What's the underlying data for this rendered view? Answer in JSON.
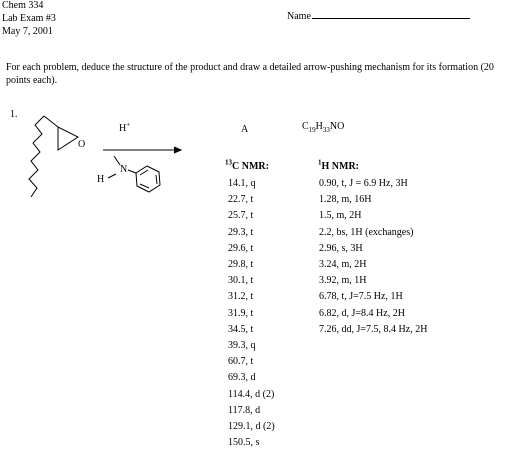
{
  "header": {
    "course": "Chem 334",
    "exam": "Lab Exam #3",
    "date": "May 7, 2001",
    "name_label": "Name"
  },
  "instructions": "For each problem, deduce the structure of the product and draw a detailed arrow-pushing mechanism for its formation (20 points each).",
  "problem": {
    "number": "1.",
    "reagent_label_base": "H",
    "reagent_label_sup": "+",
    "epoxide_atom": "O",
    "amine_n": "N",
    "amine_h": "H",
    "product_label": "A",
    "formula": {
      "c": "C",
      "c_count": "19",
      "h": "H",
      "h_count": "33",
      "rest": "NO"
    }
  },
  "c13": {
    "header_sup": "13",
    "header_text": "C NMR:",
    "peaks": [
      "14.1, q",
      "22.7, t",
      "25.7, t",
      "29.3, t",
      "29.6, t",
      "29.8, t",
      "30.1, t",
      "31.2, t",
      "31.9, t",
      "34.5, t",
      "39.3, q",
      "60.7, t",
      "69.3, d",
      "114.4, d (2)",
      "117.8, d",
      "129.1, d (2)",
      "150.5, s"
    ]
  },
  "h1": {
    "header_sup": "1",
    "header_text": "H NMR:",
    "peaks": [
      "0.90, t, J = 6.9 Hz, 3H",
      "1.28, m, 16H",
      "1.5, m, 2H",
      "2.2, bs, 1H (exchanges)",
      "2.96, s, 3H",
      "3.24, m, 2H",
      "3.92, m, 1H",
      "6.78, t, J=7.5 Hz, 1H",
      "6.82, d, J=8.4 Hz, 2H",
      "7.26, dd, J=7.5, 8.4 Hz, 2H"
    ]
  }
}
